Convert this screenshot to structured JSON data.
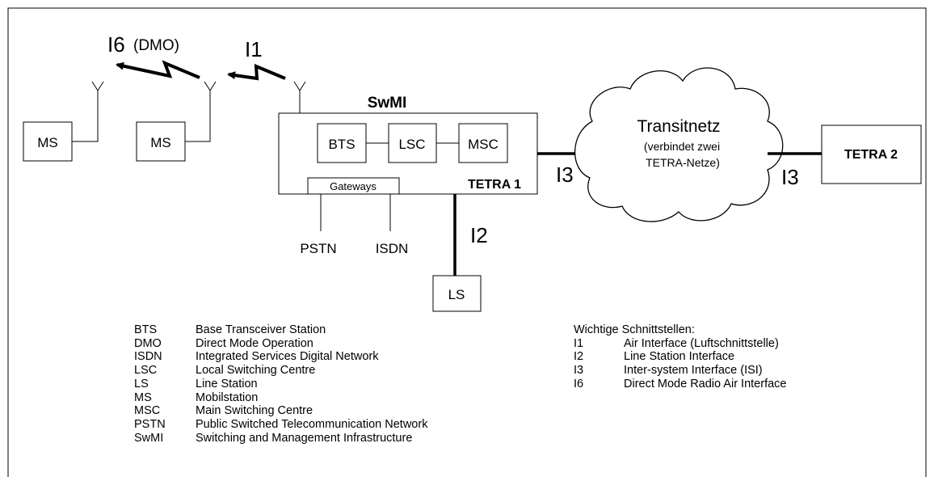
{
  "diagram": {
    "interfaces": {
      "i6": "I6",
      "i6_note": "(DMO)",
      "i1": "I1",
      "i2": "I2",
      "i3_left": "I3",
      "i3_right": "I3"
    },
    "swmi_label": "SwMI",
    "tetra1_label": "TETRA 1",
    "tetra2_label": "TETRA 2",
    "ms1": "MS",
    "ms2": "MS",
    "bts": "BTS",
    "lsc": "LSC",
    "msc": "MSC",
    "gateways": "Gateways",
    "pstn": "PSTN",
    "isdn": "ISDN",
    "ls": "LS",
    "transit_title": "Transitnetz",
    "transit_sub1": "(verbindet zwei",
    "transit_sub2": "TETRA-Netze)"
  },
  "legend_left": [
    {
      "abbr": "BTS",
      "desc": "Base Transceiver Station"
    },
    {
      "abbr": "DMO",
      "desc": "Direct Mode Operation"
    },
    {
      "abbr": "ISDN",
      "desc": "Integrated Services Digital Network"
    },
    {
      "abbr": "LSC",
      "desc": "Local Switching Centre"
    },
    {
      "abbr": "LS",
      "desc": "Line Station"
    },
    {
      "abbr": "MS",
      "desc": "Mobilstation"
    },
    {
      "abbr": "MSC",
      "desc": "Main Switching Centre"
    },
    {
      "abbr": "PSTN",
      "desc": "Public Switched Telecommunication Network"
    },
    {
      "abbr": "SwMI",
      "desc": "Switching and Management Infrastructure"
    }
  ],
  "legend_right": {
    "title": "Wichtige Schnittstellen:",
    "items": [
      {
        "abbr": "I1",
        "desc": "Air Interface (Luftschnittstelle)"
      },
      {
        "abbr": "I2",
        "desc": "Line Station Interface"
      },
      {
        "abbr": "I3",
        "desc": "Inter-system Interface (ISI)"
      },
      {
        "abbr": "I6",
        "desc": "Direct Mode Radio Air Interface"
      }
    ]
  }
}
